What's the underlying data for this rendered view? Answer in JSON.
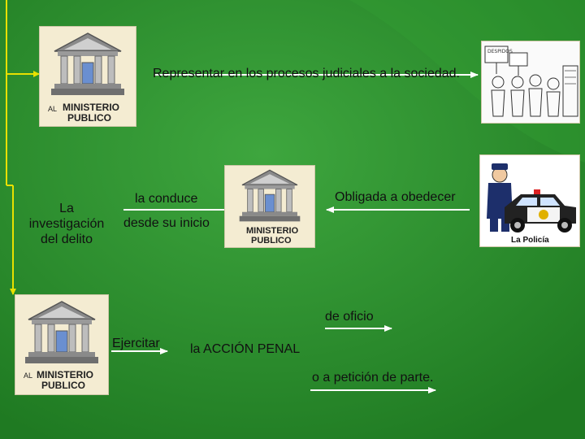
{
  "colors": {
    "background": "#2a8a2a",
    "background_light": "#3ea63e",
    "connector": "#e8e000",
    "arrow": "#ffffff",
    "text": "#111111"
  },
  "top": {
    "badge": {
      "prefix": "AL",
      "line1": "MINISTERIO",
      "line2": "PUBLICO"
    },
    "statement": "Representar  en  los  procesos  judiciales  a  la sociedad.",
    "cartoon_sign": "DESPIDOS"
  },
  "middle": {
    "left_label": "La investigación del delito",
    "conduce": "la conduce",
    "desde_inicio": "desde su inicio",
    "badge": {
      "line1": "MINISTERIO",
      "line2": "PUBLICO"
    },
    "obligada": "Obligada a obedecer",
    "police_caption": "La Policía"
  },
  "bottom": {
    "badge": {
      "prefix": "AL",
      "line1": "MINISTERIO",
      "line2": "PUBLICO"
    },
    "ejercitar": "Ejercitar",
    "accion_penal": "la ACCIÓN PENAL",
    "de_oficio": "de oficio",
    "peticion": "o a petición de parte."
  }
}
